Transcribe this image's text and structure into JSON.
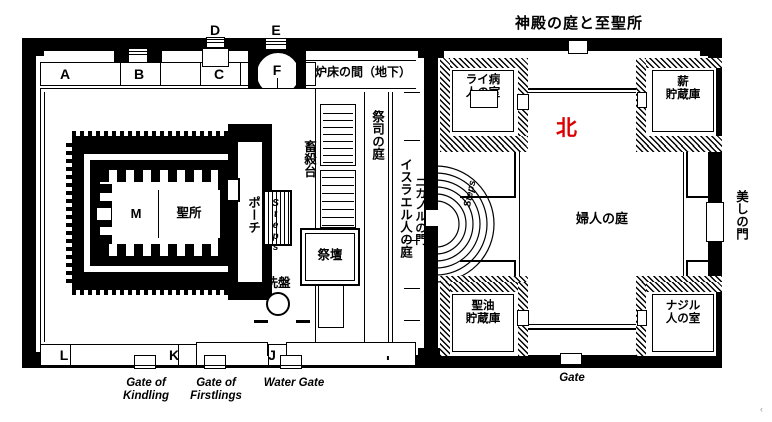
{
  "title": "神殿の庭と至聖所",
  "north_marker": "北",
  "inner_court": {
    "top_letters": [
      "A",
      "B",
      "C"
    ],
    "bottom_letters": [
      "L",
      "K",
      "J",
      "I"
    ],
    "gate_letters": [
      "D",
      "E"
    ],
    "chamber_letter": "F",
    "labels": {
      "hearth_room": "炉床の間（地下）",
      "slaughter": "畜殺台",
      "priests_court": "祭司の庭",
      "israelites_court": "イスラエル人の庭",
      "nicanor_gate": "ニカノルの門",
      "altar": "祭壇",
      "laver": "洗盤",
      "holy_of_holies": "M",
      "holy_place": "聖所",
      "porch": "ポーチ",
      "steps": "Steps"
    },
    "bottom_gates": [
      {
        "label": "Gate of\nKindling"
      },
      {
        "label": "Gate of\nFirstlings"
      },
      {
        "label": "Water Gate"
      }
    ]
  },
  "women_court": {
    "labels": {
      "court_of_women": "婦人の庭",
      "lepers_chamber": "ライ病\n人の室",
      "wood_storage": "薪\n貯蔵庫",
      "oil_storage": "聖油\n貯蔵庫",
      "nazirite_chamber": "ナジル\n人の室",
      "beautiful_gate": "美しの門",
      "steps": "Steps",
      "gate": "Gate"
    }
  },
  "colors": {
    "wall": "#000000",
    "background": "#ffffff",
    "north_accent": "#dd0000"
  }
}
